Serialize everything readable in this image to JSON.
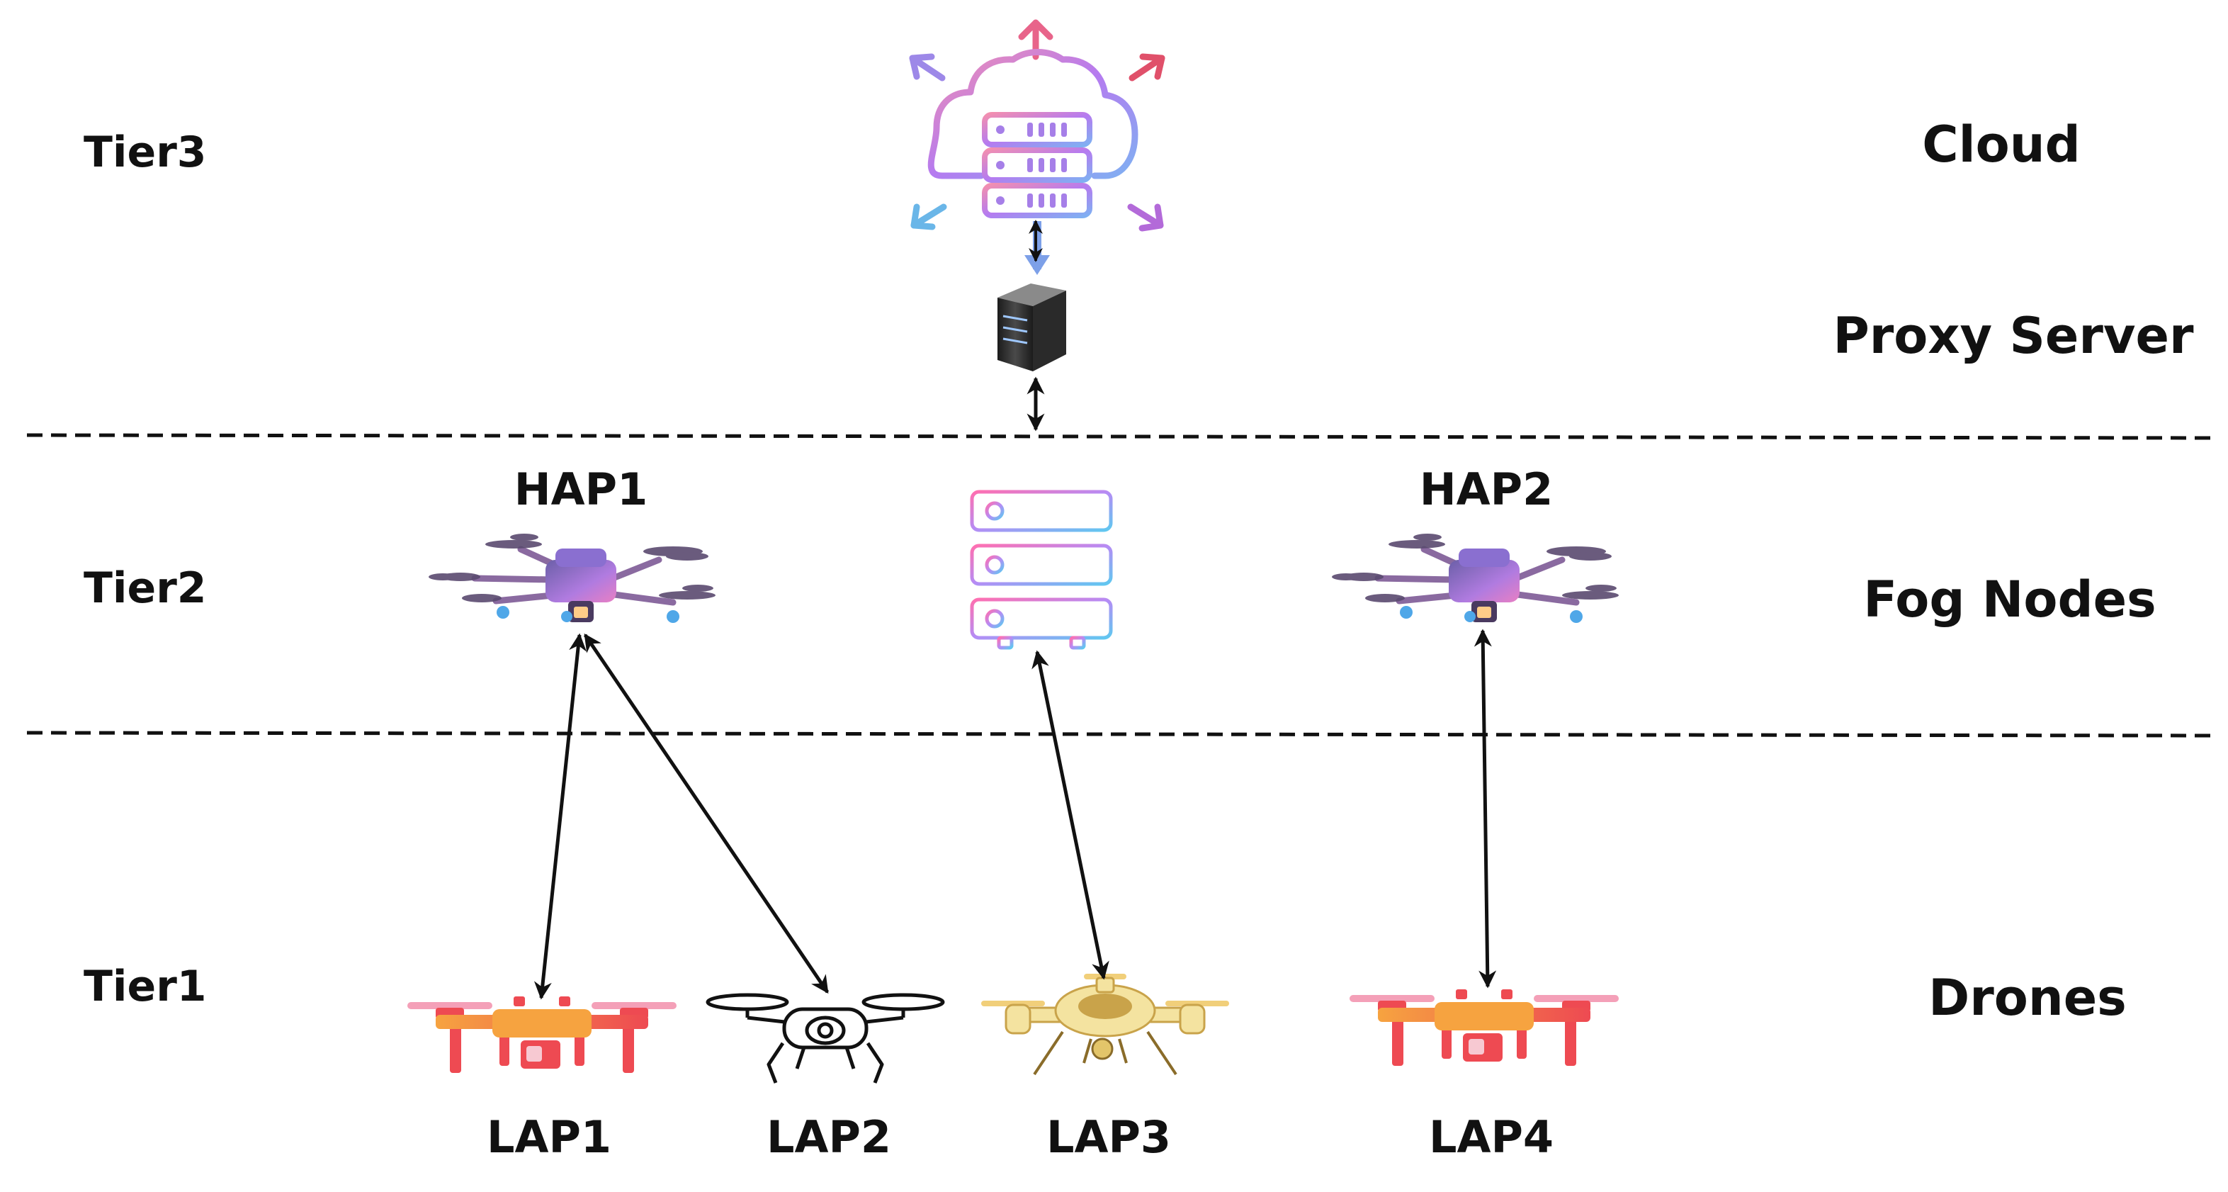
{
  "tiers": [
    {
      "label": "Tier3",
      "layer": "Cloud"
    },
    {
      "label": "Tier2",
      "layer": "Fog Nodes"
    },
    {
      "label": "Tier1",
      "layer": "Drones"
    }
  ],
  "proxy_label": "Proxy Server",
  "hap_nodes": [
    {
      "label": "HAP1"
    },
    {
      "label": "HAP2"
    }
  ],
  "lap_nodes": [
    {
      "label": "LAP1"
    },
    {
      "label": "LAP2"
    },
    {
      "label": "LAP3"
    },
    {
      "label": "LAP4"
    }
  ],
  "connections": [
    {
      "from": "Cloud",
      "to": "Proxy Server"
    },
    {
      "from": "Proxy Server",
      "to": "Fog server"
    },
    {
      "from": "HAP1",
      "to": "LAP1"
    },
    {
      "from": "HAP1",
      "to": "LAP2"
    },
    {
      "from": "Fog server",
      "to": "LAP3"
    },
    {
      "from": "HAP2",
      "to": "LAP4"
    }
  ],
  "colors": {
    "cloud_gradient": [
      "#f28fb0",
      "#b57bf0",
      "#7fb0f2"
    ],
    "fog_server_gradient": [
      "#ff6fb0",
      "#b58cf5",
      "#5fc8f0"
    ],
    "hap_drone": "#9a78d6",
    "lap_drone_red": "#ee4a52",
    "lap_drone_orange": "#f6a340",
    "lap_drone_yellow": "#f4e3a0",
    "arrow": "#111111",
    "divider": "#111111"
  },
  "icons": [
    "cloud-server-icon",
    "proxy-server-icon",
    "fog-server-icon",
    "hap-drone-icon",
    "lap-drone-icon"
  ]
}
